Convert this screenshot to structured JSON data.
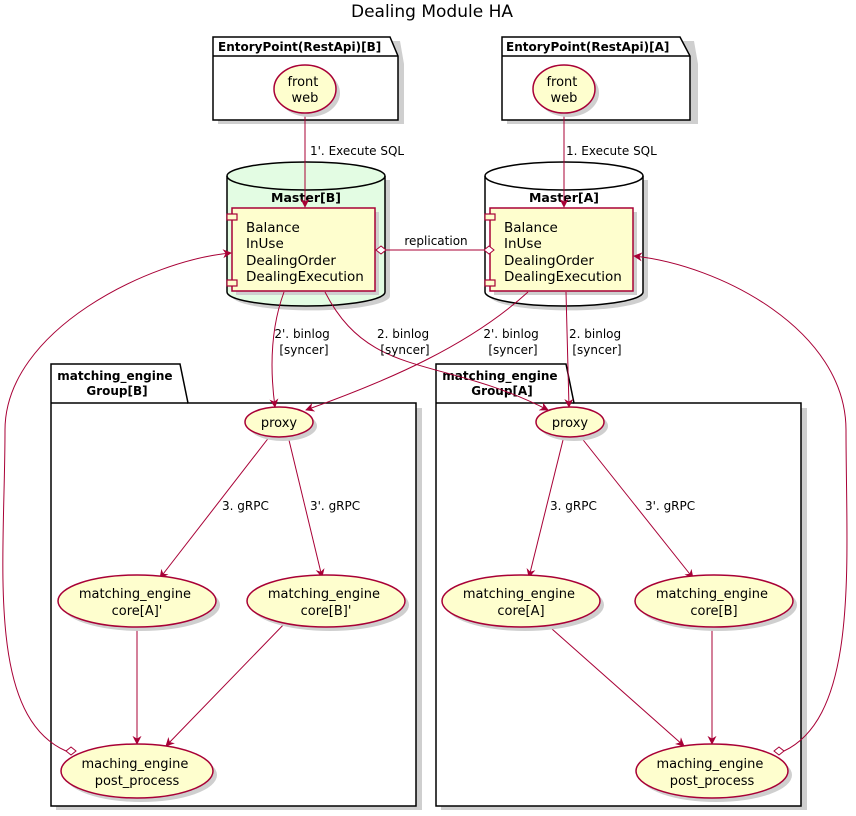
{
  "title": "Dealing Module HA",
  "packages": {
    "entry_b": "EntoryPoint(RestApi)[B]",
    "entry_a": "EntoryPoint(RestApi)[A]",
    "group_b": [
      "matching_engine",
      "Group[B]"
    ],
    "group_a": [
      "matching_engine",
      "Group[A]"
    ]
  },
  "databases": {
    "master_b": {
      "label": "Master[B]",
      "fill": "#E3FCE3",
      "component_lines": [
        "Balance",
        "InUse",
        "DealingOrder",
        "DealingExecution"
      ]
    },
    "master_a": {
      "label": "Master[A]",
      "fill": "#FFFFFF",
      "component_lines": [
        "Balance",
        "InUse",
        "DealingOrder",
        "DealingExecution"
      ]
    }
  },
  "nodes": {
    "front_web_b": [
      "front",
      "web"
    ],
    "front_web_a": [
      "front",
      "web"
    ],
    "proxy_b": [
      "proxy"
    ],
    "proxy_a": [
      "proxy"
    ],
    "core_a_prime": [
      "matching_engine",
      "core[A]'"
    ],
    "core_b_prime": [
      "matching_engine",
      "core[B]'"
    ],
    "core_a": [
      "matching_engine",
      "core[A]"
    ],
    "core_b": [
      "matching_engine",
      "core[B]"
    ],
    "post_b": [
      "maching_engine",
      "post_process"
    ],
    "post_a": [
      "maching_engine",
      "post_process"
    ]
  },
  "edge_labels": {
    "exec_sql_b": [
      "1'. Execute SQL"
    ],
    "exec_sql_a": [
      "1. Execute SQL"
    ],
    "replication": [
      "replication"
    ],
    "binlog_bb": [
      "2'. binlog",
      "[syncer]"
    ],
    "binlog_ba": [
      "2. binlog",
      "[syncer]"
    ],
    "binlog_ab": [
      "2'. binlog",
      "[syncer]"
    ],
    "binlog_aa": [
      "2. binlog",
      "[syncer]"
    ],
    "grpc_b1": [
      "3. gRPC"
    ],
    "grpc_b2": [
      "3'. gRPC"
    ],
    "grpc_a1": [
      "3. gRPC"
    ],
    "grpc_a2": [
      "3'. gRPC"
    ]
  },
  "colors": {
    "edge": "#A80036",
    "node_fill": "#FEFECE",
    "master_b_fill": "#E3FCE3"
  }
}
